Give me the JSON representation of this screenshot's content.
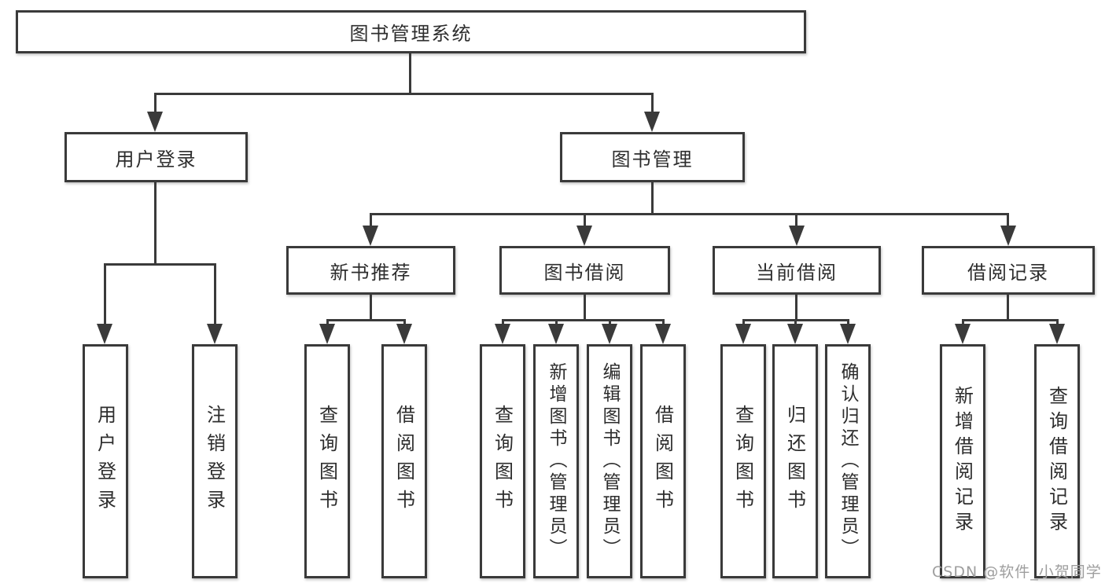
{
  "diagram_title": "图书管理系统",
  "nodes": {
    "root": "图书管理系统",
    "user_login": "用户登录",
    "book_mgmt": "图书管理",
    "new_book_rec": "新书推荐",
    "book_borrow": "图书借阅",
    "current_borrow": "当前借阅",
    "borrow_record": "借阅记录",
    "leaf_user_login": "用户登录",
    "leaf_logout": "注销登录",
    "rec_query_book": "查询图书",
    "rec_borrow_book": "借阅图书",
    "bb_query_book": "查询图书",
    "bb_add_book": "新增图书（管理员）",
    "bb_edit_book": "编辑图书（管理员）",
    "bb_borrow_book": "借阅图书",
    "cb_query_book": "查询图书",
    "cb_return_book": "归还图书",
    "cb_confirm_return": "确认归还（管理员）",
    "br_add_record": "新增借阅记录",
    "br_query_record": "查询借阅记录"
  },
  "watermark": "CSDN @软件_小贺同学",
  "colors": {
    "line": "#3a3a3a",
    "text": "#2d2d2d",
    "watermark": "#9e9e9e",
    "background": "#ffffff"
  }
}
